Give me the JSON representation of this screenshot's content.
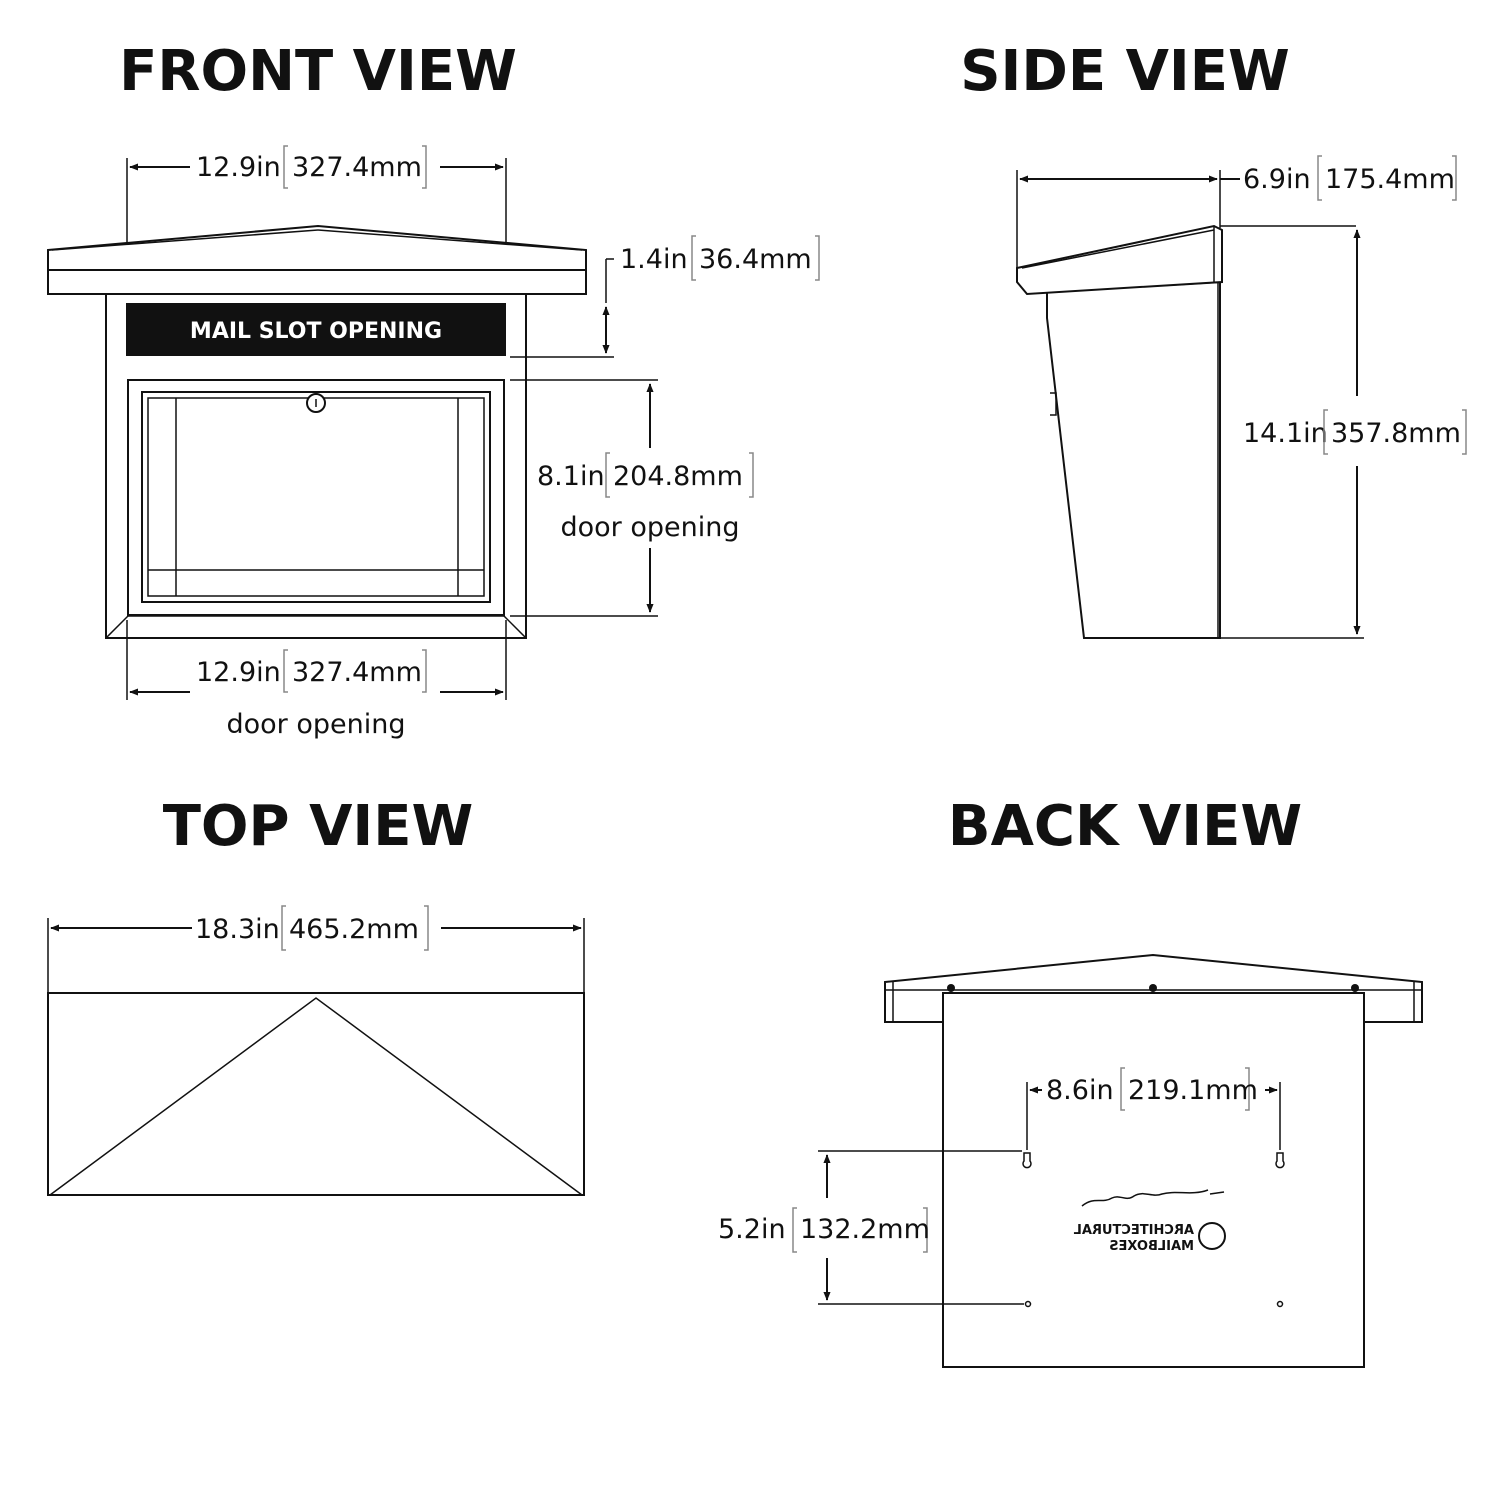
{
  "views": {
    "front": {
      "title": "FRONT VIEW",
      "top_width": {
        "in": "12.9in",
        "mm": "327.4mm"
      },
      "slot_height": {
        "in": "1.4in",
        "mm": "36.4mm"
      },
      "slot_label": "MAIL SLOT OPENING",
      "door_height": {
        "in": "8.1in",
        "mm": "204.8mm",
        "note": "door opening"
      },
      "door_width": {
        "in": "12.9in",
        "mm": "327.4mm",
        "note": "door opening"
      }
    },
    "side": {
      "title": "SIDE VIEW",
      "depth": {
        "in": "6.9in",
        "mm": "175.4mm"
      },
      "height": {
        "in": "14.1in",
        "mm": "357.8mm"
      }
    },
    "top": {
      "title": "TOP VIEW",
      "width": {
        "in": "18.3in",
        "mm": "465.2mm"
      }
    },
    "back": {
      "title": "BACK VIEW",
      "hole_spacing": {
        "in": "8.6in",
        "mm": "219.1mm"
      },
      "hole_vertical": {
        "in": "5.2in",
        "mm": "132.2mm"
      },
      "logo_line1": "ARCHITECTURAL",
      "logo_line2": "MAILBOXES"
    }
  }
}
